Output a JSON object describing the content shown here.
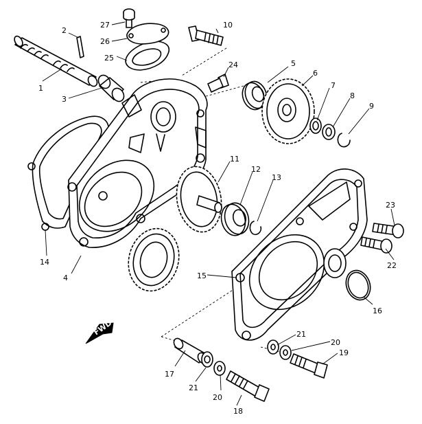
{
  "part_labels": {
    "p1": "1",
    "p2": "2",
    "p3": "3",
    "p4": "4",
    "p5": "5",
    "p6": "6",
    "p7": "7",
    "p8": "8",
    "p9": "9",
    "p10": "10",
    "p11": "11",
    "p12": "12",
    "p13": "13",
    "p14": "14",
    "p15": "15",
    "p16": "16",
    "p17": "17",
    "p18": "18",
    "p19": "19",
    "p20a": "20",
    "p20b": "20",
    "p21a": "21",
    "p21b": "21",
    "p22": "22",
    "p23": "23",
    "p24": "24",
    "p25": "25",
    "p26": "26",
    "p27": "27"
  },
  "fwd_label": "FWD"
}
